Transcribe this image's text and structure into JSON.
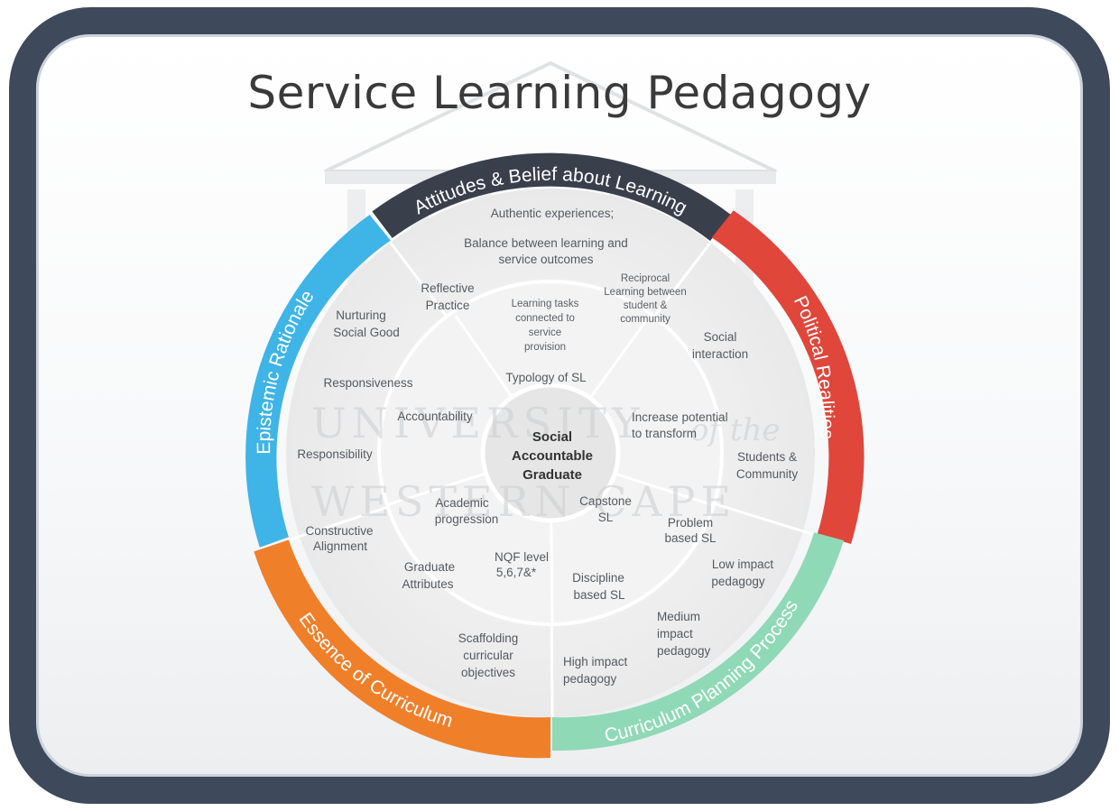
{
  "title": "Service Learning Pedagogy",
  "watermark": {
    "line1": "UNIVERSITY",
    "of_the": "of the",
    "line2": "WESTERN CAPE"
  },
  "center": {
    "line1": "Social",
    "line2": "Accountable",
    "line3": "Graduate"
  },
  "ring_labels": {
    "attitudes": "Attitudes & Belief about Learning",
    "political": "Political Realities",
    "curriculum_planning": "Curriculum Planning Process",
    "essence": "Essence of Curriculum",
    "epistemic": "Epistemic Rationale"
  },
  "colors": {
    "attitudes": "#3a3f4c",
    "political": "#e0463a",
    "curriculum_planning": "#8fd9b6",
    "essence": "#f07f2a",
    "epistemic": "#3fb4e6",
    "frame": "#3e4a5c"
  },
  "items": {
    "authentic": "Authentic experiences;",
    "balance1": "Balance between learning and",
    "balance2": "service outcomes",
    "reflective1": "Reflective",
    "reflective2": "Practice",
    "reciprocal1": "Reciprocal",
    "reciprocal2": "Learning between",
    "reciprocal3": "student &",
    "reciprocal4": "community",
    "tasks1": "Learning tasks",
    "tasks2": "connected to",
    "tasks3": "service",
    "tasks4": "provision",
    "nurturing1": "Nurturing",
    "nurturing2": "Social Good",
    "social1": "Social",
    "social2": "interaction",
    "typology": "Typology of SL",
    "responsiveness": "Responsiveness",
    "accountability": "Accountability",
    "increase1": "Increase potential",
    "increase2": "to transform",
    "responsibility": "Responsibility",
    "students1": "Students &",
    "students2": "Community",
    "academic1": "Academic",
    "academic2": "progression",
    "capstone1": "Capstone",
    "capstone2": "SL",
    "constructive1": "Constructive",
    "constructive2": "Alignment",
    "problem1": "Problem",
    "problem2": "based SL",
    "nqf1": "NQF level",
    "nqf2": "5,6,7&*",
    "graduate1": "Graduate",
    "graduate2": "Attributes",
    "discipline1": "Discipline",
    "discipline2": "based SL",
    "low1": "Low impact",
    "low2": "pedagogy",
    "medium1": "Medium",
    "medium2": "impact",
    "medium3": "pedagogy",
    "scaffolding1": "Scaffolding",
    "scaffolding2": "curricular",
    "scaffolding3": "objectives",
    "high1": "High impact",
    "high2": "pedagogy"
  }
}
